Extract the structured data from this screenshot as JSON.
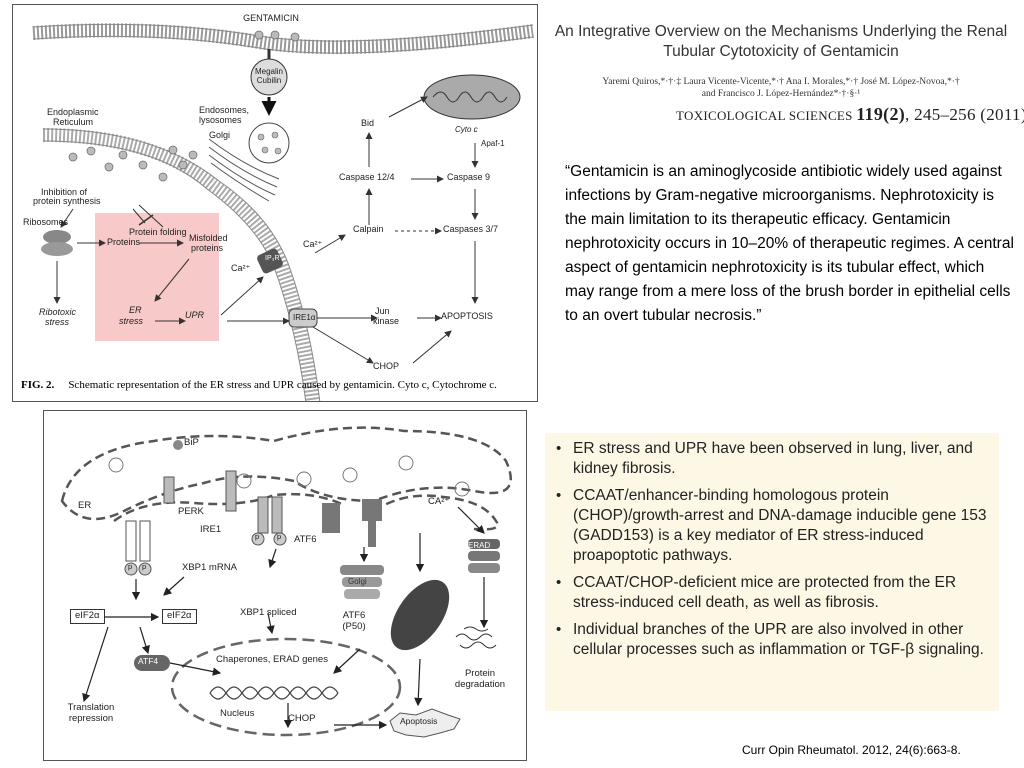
{
  "figure1": {
    "gentamicin": "GENTAMICIN",
    "megalin": "Megalin",
    "cubilin": "Cubilin",
    "endosomes": "Endosomes,",
    "lysosomes": "lysosomes",
    "golgi": "Golgi",
    "er_line1": "Endoplasmic",
    "er_line2": "Reticulum",
    "inhibition1": "Inhibition of",
    "inhibition2": "protein synthesis",
    "ribosomes": "Ribosomes",
    "proteins": "Proteins",
    "protein_folding": "Protein folding",
    "misfolded1": "Misfolded",
    "misfolded2": "proteins",
    "ribotoxic1": "Ribotoxic",
    "ribotoxic2": "stress",
    "er_stress1": "ER",
    "er_stress2": "stress",
    "upr": "UPR",
    "ca2_left": "Ca²⁺",
    "ip3r": "IP₃R",
    "ca2_right": "Ca²⁺",
    "ire1a": "IRE1α",
    "bid": "Bid",
    "cyto_c": "Cyto c",
    "apaf1": "Apaf-1",
    "caspase124": "Caspase 12/4",
    "caspase9": "Caspase 9",
    "calpain": "Calpain",
    "caspases37": "Caspases 3/7",
    "jun1": "Jun",
    "jun2": "kinase",
    "apoptosis": "APOPTOSIS",
    "chop": "CHOP",
    "caption_label": "FIG. 2.",
    "caption_text": "Schematic representation of the ER stress and UPR caused by gentamicin. Cyto c, Cytochrome c."
  },
  "paper": {
    "title_line1": "An Integrative Overview on the Mechanisms Underlying the Renal",
    "title_line2": "Tubular Cytotoxicity of Gentamicin",
    "authors_line1": "Yaremi Quiros,*·†·‡ Laura Vicente-Vicente,*·† Ana I. Morales,*·† José M. López-Novoa,*·†",
    "authors_line2": "and Francisco J. López-Hernández*·†·§·¹",
    "journal_name": "TOXICOLOGICAL SCIENCES",
    "volume": "119(2)",
    "pages_year": ", 245–256 (2011)"
  },
  "quote": "“Gentamicin is an aminoglycoside antibiotic widely used against infections by Gram-negative microorganisms. Nephrotoxicity is the main limitation to its therapeutic efficacy. Gentamicin nephrotoxicity occurs in 10–20% of therapeutic regimes. A  central aspect of gentamicin nephrotoxicity is its tubular effect, which may range from a mere loss of the brush border in epithelial cells to an overt tubular necrosis.”",
  "figure2": {
    "bip": "BiP",
    "er": "ER",
    "perk": "PERK",
    "ire1": "IRE1",
    "atf6": "ATF6",
    "ca2": "CA²⁺",
    "erad": "ERAD",
    "xbp1_mrna": "XBP1 mRNA",
    "xbp1_spliced": "XBP1 spliced",
    "golgi": "Golgi",
    "atf6_p50_1": "ATF6",
    "atf6_p50_2": "(P50)",
    "eif2a_left": "eIF2α",
    "eif2a_right": "eIF2α",
    "atf4": "ATF4",
    "chaperones": "Chaperones, ERAD genes",
    "translation1": "Translation",
    "translation2": "repression",
    "nucleus": "Nucleus",
    "chop": "CHOP",
    "apoptosis": "Apoptosis",
    "protein_deg1": "Protein",
    "protein_deg2": "degradation",
    "p": "p"
  },
  "bullets": [
    "ER stress and UPR have been observed in lung, liver, and kidney fibrosis.",
    "CCAAT/enhancer-binding homologous protein (CHOP)/growth-arrest and DNA-damage inducible gene 153 (GADD153) is a key mediator of ER stress-induced proapoptotic pathways.",
    "CCAAT/CHOP-deficient mice are protected from the ER stress-induced cell death, as well as fibrosis.",
    "Individual branches of the UPR are also involved in other cellular processes such as inflammation or TGF-β signaling."
  ],
  "citation": "Curr Opin Rheumatol. 2012, 24(6):663-8."
}
